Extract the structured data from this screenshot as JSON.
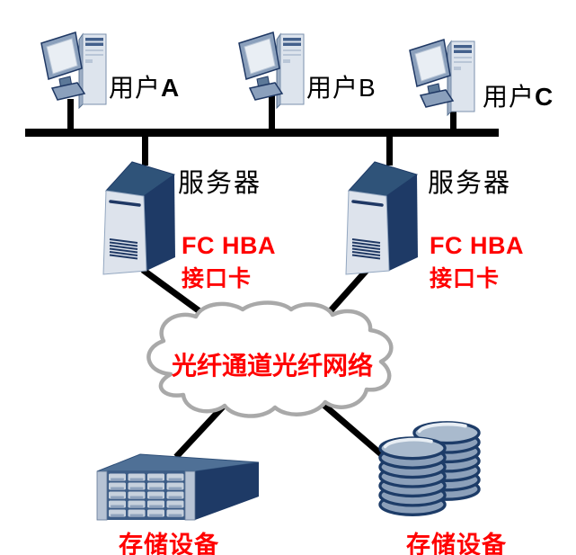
{
  "users": [
    {
      "prefix": "用户",
      "letter": "A"
    },
    {
      "prefix": "用户",
      "letter": "B"
    },
    {
      "prefix": "用户",
      "letter": "C"
    }
  ],
  "servers": {
    "left_label": "服务器",
    "right_label": "服务器",
    "left_hba_line1": "FC HBA",
    "left_hba_line2": "接口卡",
    "right_hba_line1": "FC HBA",
    "right_hba_line2": "接口卡"
  },
  "cloud": {
    "label": "光纤通道光纤网络"
  },
  "storage": {
    "left_label": "存储设备",
    "right_label": "存储设备"
  },
  "icons": {
    "user_icon": "desktop-computer-icon",
    "server_icon": "tower-server-icon",
    "storage_left_icon": "disk-array-icon",
    "storage_right_icon": "disk-stack-icon",
    "network_shape": "cloud-shape"
  },
  "colors": {
    "accent_red": "#ff0000",
    "line_black": "#000000",
    "cloud_gray": "#a9a9a9",
    "icon_navy": "#1e3a66",
    "icon_steel": "#8ca0ba",
    "icon_light": "#dde3ec"
  }
}
